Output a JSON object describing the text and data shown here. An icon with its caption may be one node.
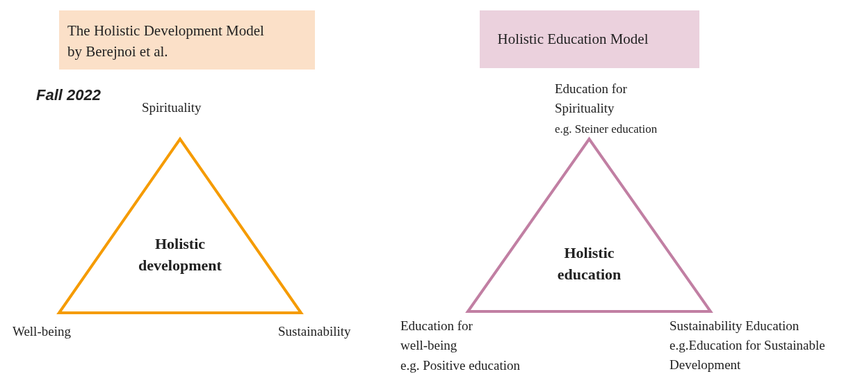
{
  "diagram": {
    "nodes": [
      {
        "text": [
          "The Holistic Development Model by Berejnoi et al."
        ]
      },
      {
        "text": [
          "Holistic development"
        ]
      },
      {
        "text": [
          "Holistic Education Model"
        ]
      },
      {
        "text": [
          "Holistic education"
        ]
      }
    ],
    "edges": [],
    "labels": [
      "Fall 2022",
      "Spirituality",
      "Well-being",
      "Sustainability",
      "Education for Spirituality",
      "e.g. Steiner education",
      "Education for well-being",
      "e.g. Positive education",
      "Sustainability Education",
      "e.g.Education for Sustainable Development"
    ]
  }
}
